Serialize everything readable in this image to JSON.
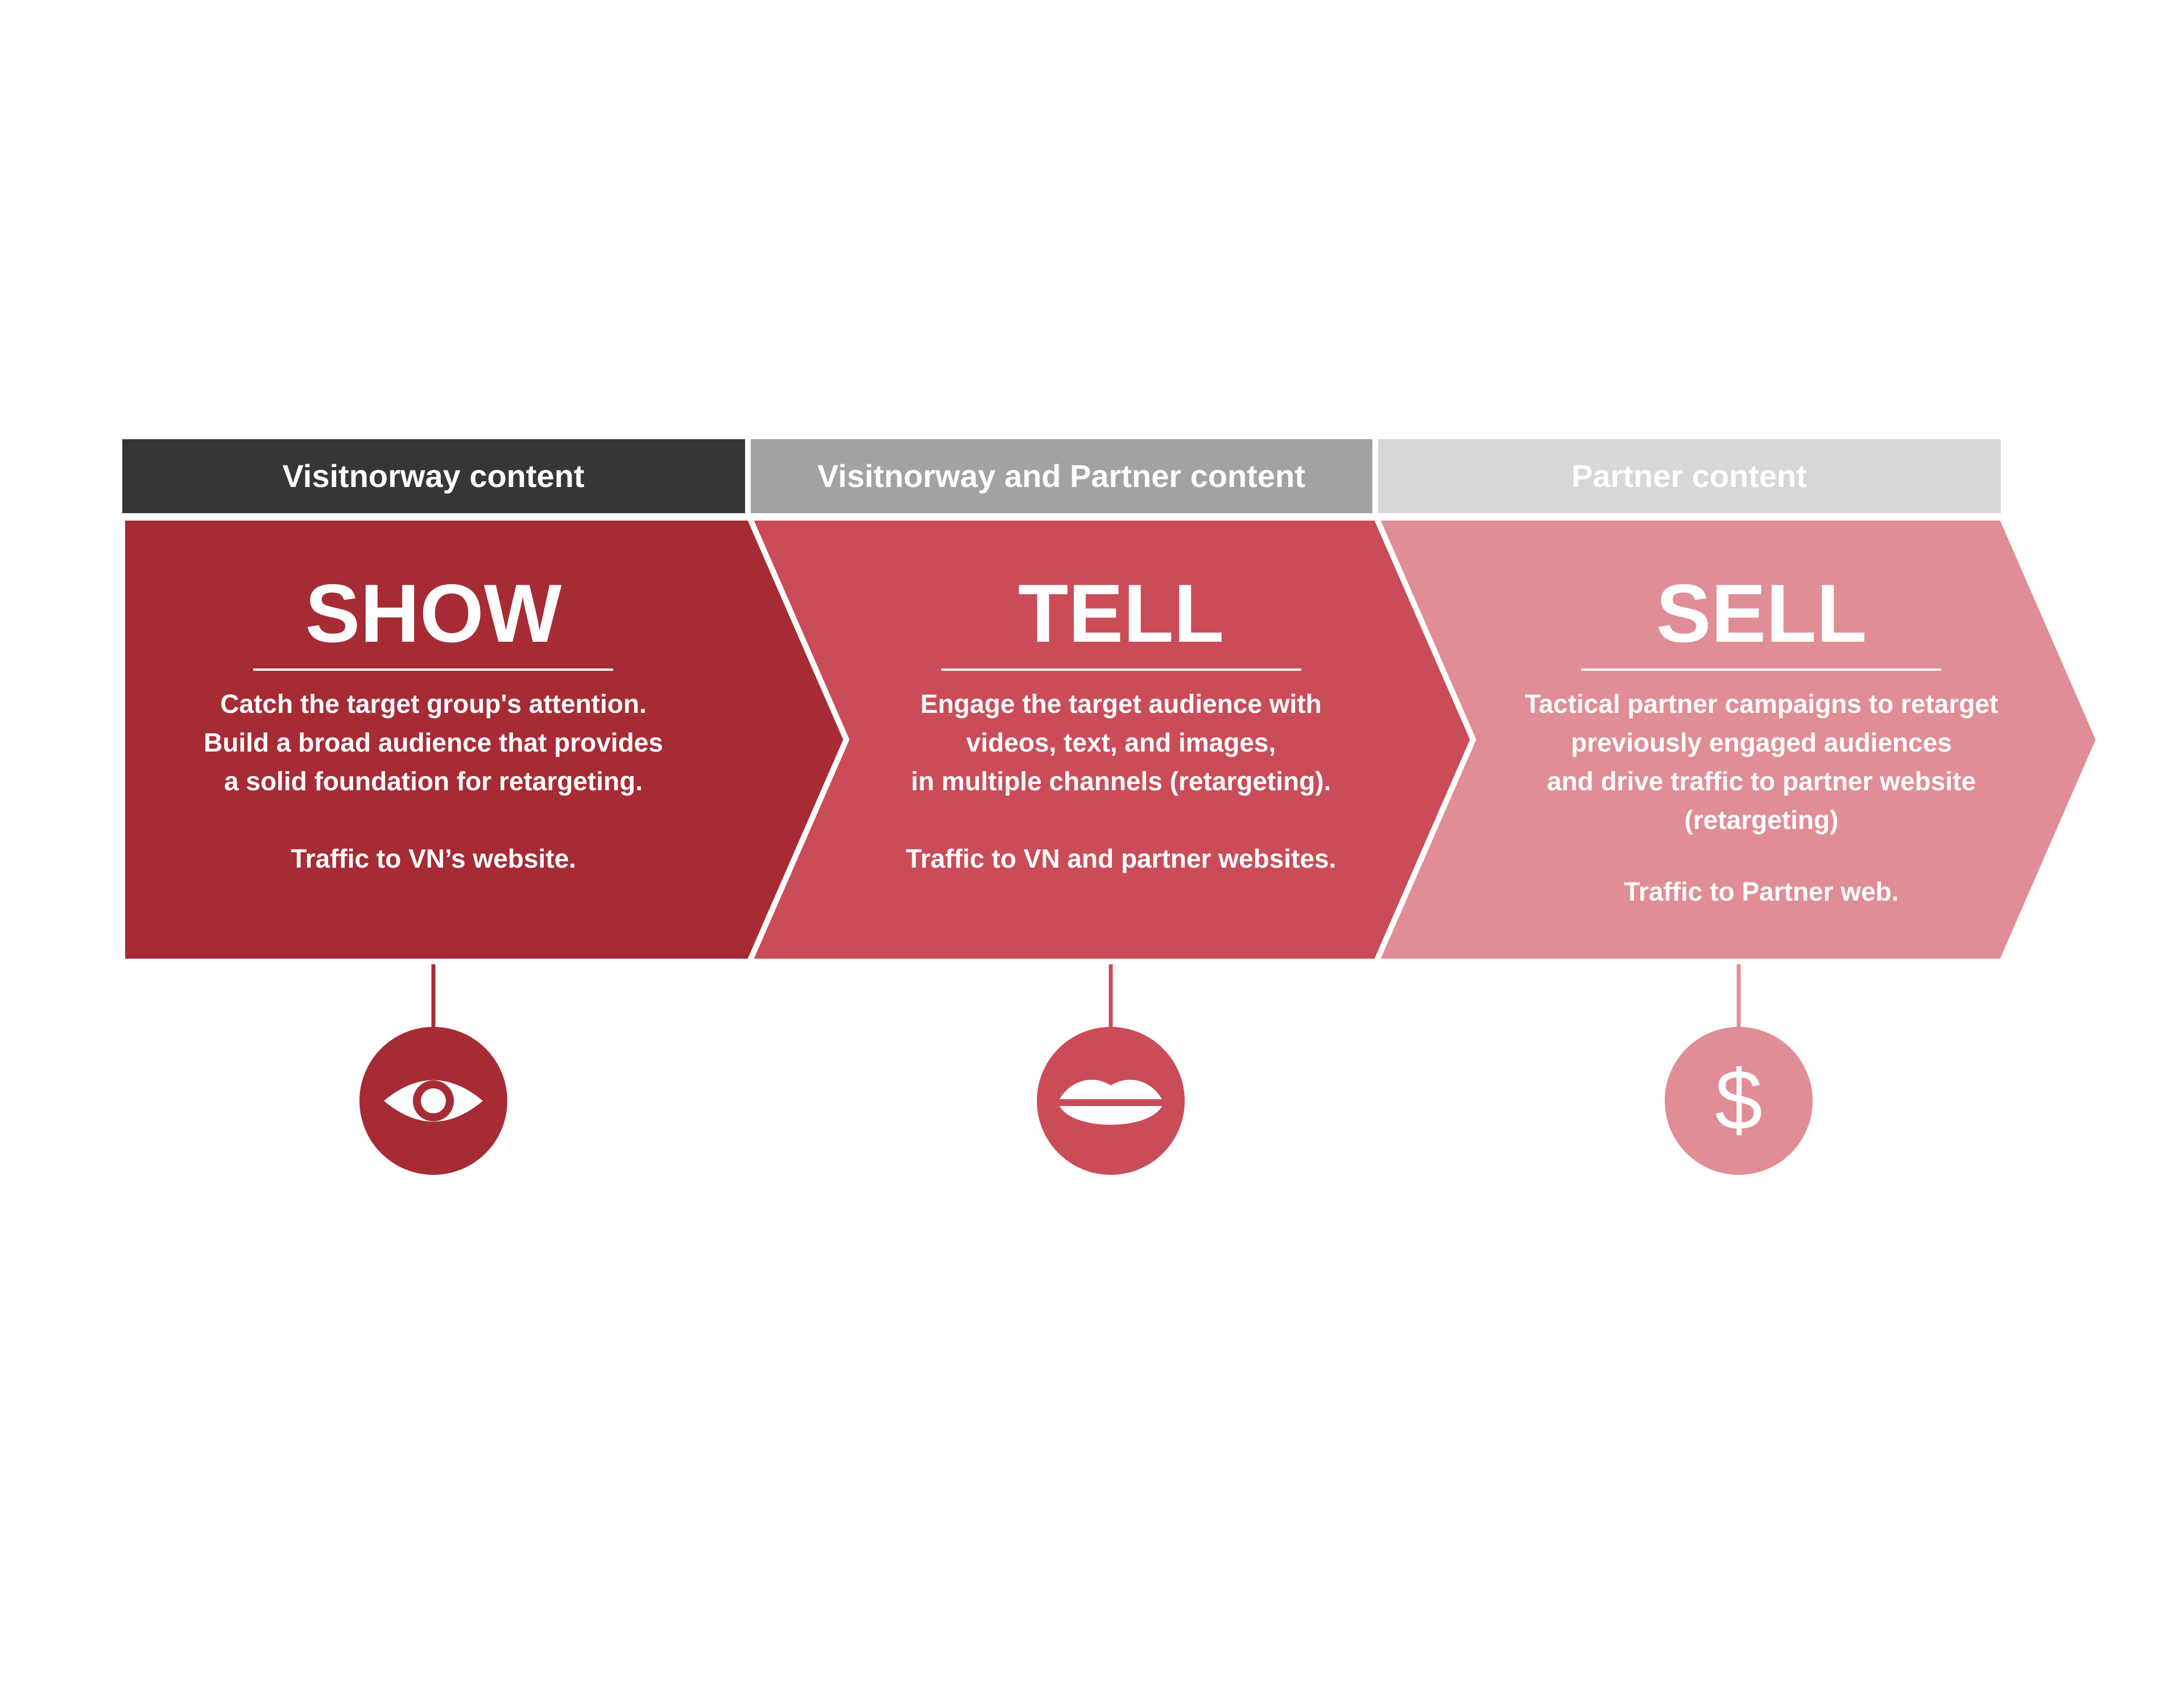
{
  "headers": [
    {
      "label": "Visitnorway content",
      "bg": "#383536",
      "fg": "#ffffff"
    },
    {
      "label": "Visitnorway and Partner content",
      "bg": "#a3a1a1",
      "fg": "#ffffff"
    },
    {
      "label": "Partner content",
      "bg": "#d8d6d6",
      "fg": "#ffffff"
    }
  ],
  "stages": [
    {
      "title": "SHOW",
      "color": "#a62b35",
      "lines": [
        "Catch the target group's attention.",
        "Build a broad audience that provides",
        "a solid foundation for retargeting.",
        "",
        "Traffic to VN’s website."
      ],
      "icon": "eye-icon"
    },
    {
      "title": "TELL",
      "color": "#ca4c58",
      "lines": [
        "Engage the target audience with",
        "videos, text, and images,",
        "in multiple channels (retargeting).",
        "",
        "Traffic to VN and partner websites."
      ],
      "icon": "lips-icon"
    },
    {
      "title": "SELL",
      "color": "#e08d95",
      "lines": [
        "Tactical partner campaigns to retarget",
        "previously engaged audiences",
        "and drive traffic to partner website",
        "(retargeting)",
        "",
        "Traffic to Partner web."
      ],
      "icon": "dollar-icon",
      "icon_glyph": "$"
    }
  ]
}
